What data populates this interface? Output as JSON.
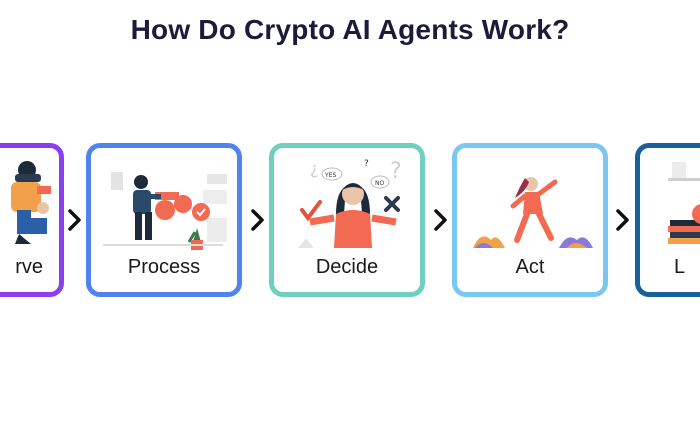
{
  "title": "How Do Crypto AI Agents Work?",
  "steps": [
    {
      "label": "rve",
      "border_color": "#8b3df0",
      "icon": "observe-illustration"
    },
    {
      "label": "Process",
      "border_color": "#4f83ee",
      "icon": "process-illustration"
    },
    {
      "label": "Decide",
      "border_color": "#6fd0bf",
      "icon": "decide-illustration"
    },
    {
      "label": "Act",
      "border_color": "#7cc6f2",
      "icon": "act-illustration"
    },
    {
      "label": "L",
      "border_color": "#17609a",
      "icon": "learn-illustration"
    }
  ],
  "bubbles": {
    "yes": "YES",
    "no": "NO",
    "question": "?"
  },
  "colors": {
    "accent": "#f26a52",
    "dark": "#1d2a3a",
    "text": "#1d1b3a"
  }
}
